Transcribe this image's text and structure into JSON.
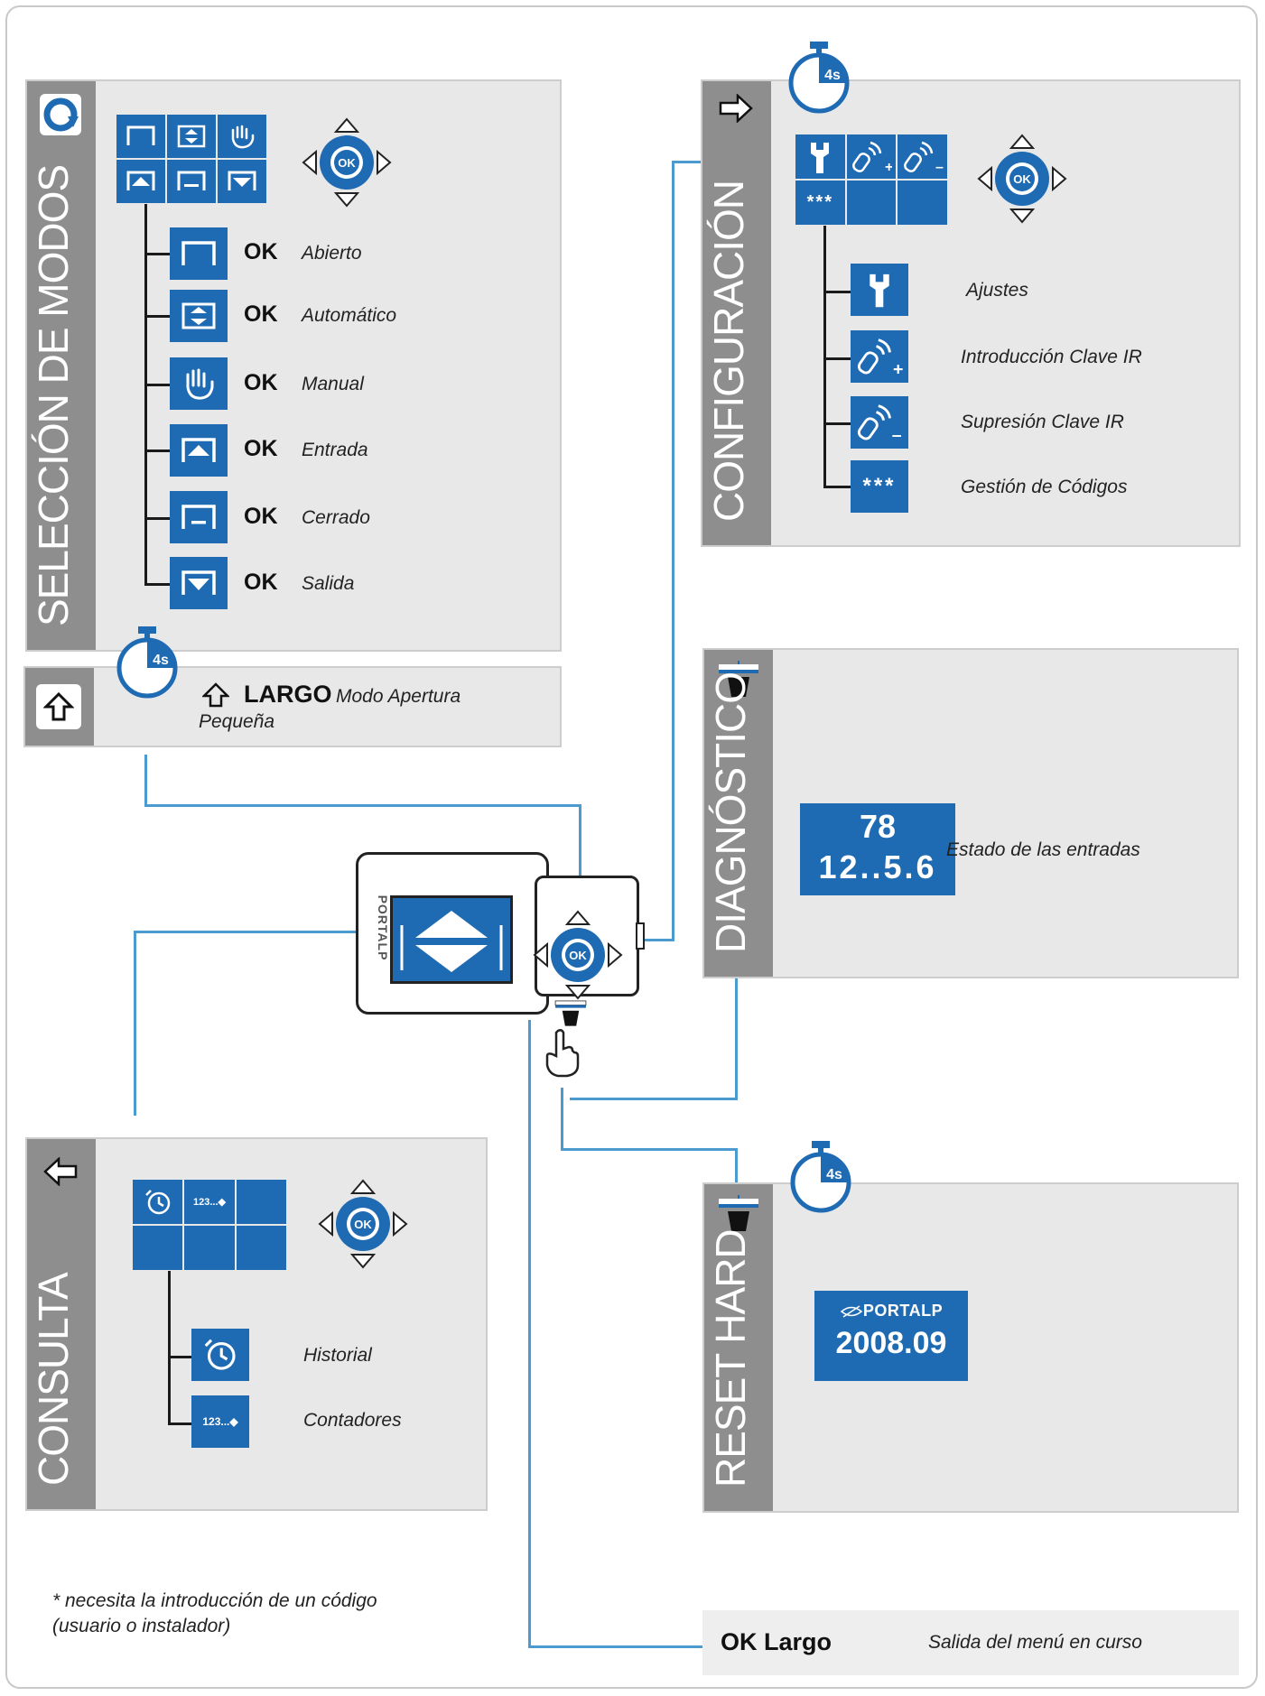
{
  "colors": {
    "blue": "#1f6bb3",
    "panel": "#e8e8e8",
    "sidebar": "#8e8e8e",
    "connector": "#4b9ad0"
  },
  "modes": {
    "title": "SELECCIÓN DE MODOS",
    "icon": "refresh-icon",
    "ok": "OK",
    "items": [
      {
        "icon": "mode-open-icon",
        "label": "Abierto"
      },
      {
        "icon": "mode-automatic-icon",
        "label": "Automático"
      },
      {
        "icon": "mode-manual-hand-icon",
        "label": "Manual"
      },
      {
        "icon": "mode-entry-icon",
        "label": "Entrada"
      },
      {
        "icon": "mode-closed-icon",
        "label": "Cerrado"
      },
      {
        "icon": "mode-exit-icon",
        "label": "Salida"
      }
    ]
  },
  "small_opening": {
    "icon": "up-arrow-outline-icon",
    "timer": "4s",
    "key": "LARGO",
    "text": "Modo Apertura",
    "text2": "Pequeña"
  },
  "config": {
    "title": "CONFIGURACIÓN",
    "icon": "right-arrow-outline-icon",
    "timer": "4s",
    "grid_code": "***",
    "items": [
      {
        "icon": "wrench-icon",
        "label": "Ajustes"
      },
      {
        "icon": "remote-plus-icon",
        "label": "Introducción Clave IR",
        "sign": "+"
      },
      {
        "icon": "remote-minus-icon",
        "label": "Supresión Clave IR",
        "sign": "–"
      },
      {
        "icon": "asterisks-icon",
        "label": "Gestión de Códigos",
        "code": "***"
      }
    ]
  },
  "diagnostic": {
    "title": "DIAGNÓSTICO",
    "icon": "button-press-icon",
    "line1": "78",
    "line2": "12..5.6",
    "label": "Estado de las entradas"
  },
  "consult": {
    "title": "CONSULTA",
    "icon": "left-arrow-outline-icon",
    "grid_counter": "123...",
    "items": [
      {
        "icon": "history-clock-icon",
        "label": "Historial"
      },
      {
        "icon": "counters-icon",
        "label": "Contadores",
        "text": "123..."
      }
    ]
  },
  "reset": {
    "title": "RESET HARD",
    "icon": "button-press-icon",
    "timer": "4s",
    "brand": "PORTALP",
    "version": "2008.09"
  },
  "device": {
    "brand": "PORTALP",
    "ok": "OK"
  },
  "footnote": {
    "line1": "* necesita la introducción de un código",
    "line2": "(usuario o instalador)"
  },
  "exit": {
    "key": "OK Largo",
    "label": "Salida del menú en curso"
  }
}
